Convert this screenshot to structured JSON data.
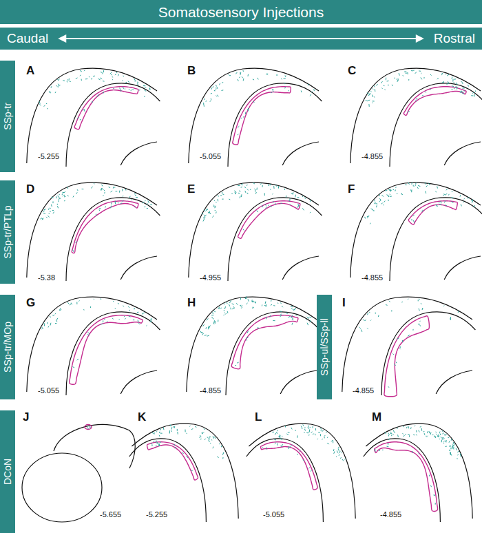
{
  "diagram": {
    "nodes": [
      {
        "text": [
          "Somatosensory Injections"
        ]
      },
      {
        "text": [
          "Caudal",
          "Rostral"
        ]
      },
      {
        "text": [
          "SSp-tr"
        ]
      },
      {
        "text": [
          "SSp-tr/PTLp"
        ]
      },
      {
        "text": [
          "SSp-tr/MOp"
        ]
      },
      {
        "text": [
          "SSp-ul/SSp-ll"
        ]
      },
      {
        "text": [
          "DCoN"
        ]
      }
    ],
    "labels": [
      "A",
      "-5.255",
      "B",
      "-5.055",
      "C",
      "-4.855",
      "D",
      "-5.38",
      "E",
      "-4.955",
      "F",
      "-4.855",
      "G",
      "-5.055",
      "H",
      "-4.855",
      "I",
      "-4.855",
      "J",
      "-5.655",
      "K",
      "-5.255",
      "L",
      "-5.055",
      "M",
      "-4.855"
    ]
  }
}
